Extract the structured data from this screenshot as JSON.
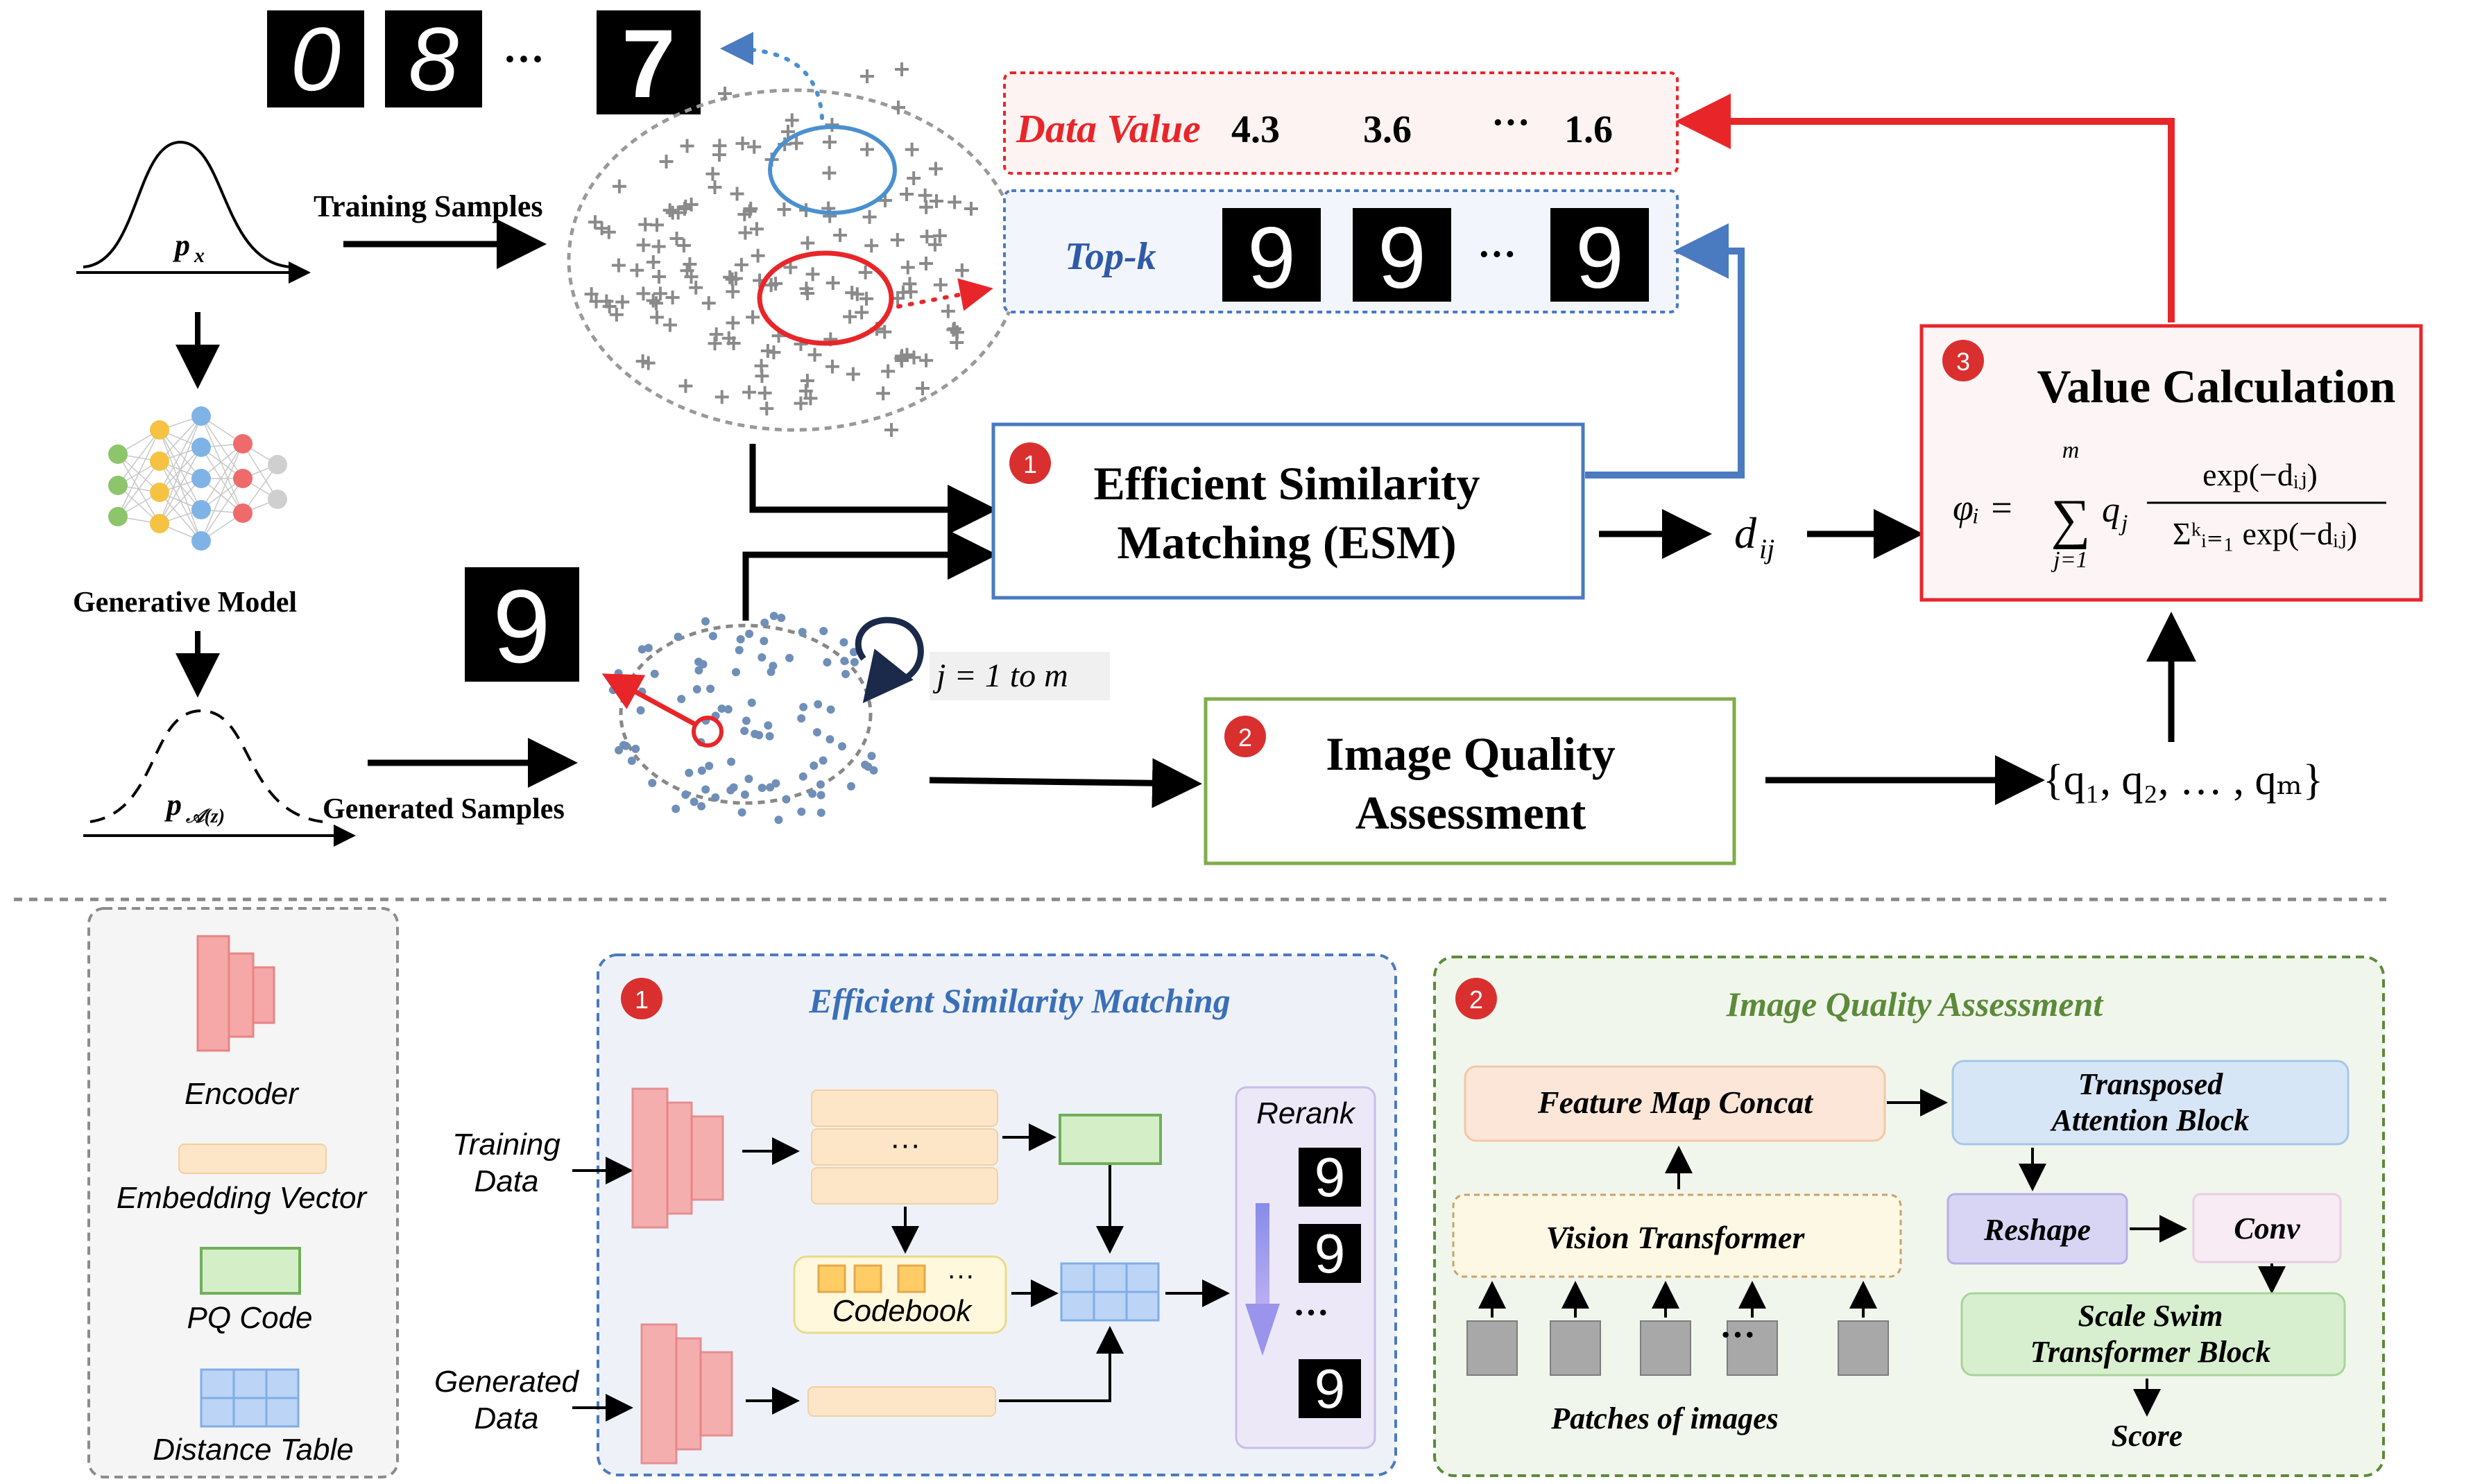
{
  "top": {
    "training_samples": "Training Samples",
    "generative_model": "Generative Model",
    "generated_samples": "Generated Samples",
    "px_label": "p",
    "px_sub": "x",
    "pa_label": "p",
    "pa_sub": "𝒜(z)",
    "data_value_label": "Data Value",
    "data_values": [
      "4.3",
      "3.6",
      "···",
      "1.6"
    ],
    "topk_label": "Top-k",
    "esm_number": "1",
    "esm_line1": "Efficient Similarity",
    "esm_line2": "Matching (ESM)",
    "iqa_number": "2",
    "iqa_line1": "Image Quality",
    "iqa_line2": "Assessment",
    "vc_number": "3",
    "vc_title": "Value Calculation",
    "dij": "d",
    "dij_sub": "ij",
    "j_loop": "j = 1 to m",
    "q_set": "{q₁, q₂, … , qₘ}",
    "formula": {
      "lhs": "φᵢ =",
      "sum_top": "m",
      "sum_bottom": "j=1",
      "qj": "q",
      "qj_sub": "j",
      "numerator": "exp(−dᵢⱼ)",
      "denominator": "Σᵏᵢ₌₁ exp(−dᵢⱼ)"
    },
    "ellipsis": "···",
    "digits_top": [
      "0",
      "8",
      "7"
    ],
    "digits_topk": [
      "9",
      "9",
      "9"
    ],
    "digit_generated": "9"
  },
  "legend": {
    "encoder": "Encoder",
    "embedding_vector": "Embedding Vector",
    "pq_code": "PQ Code",
    "distance_table": "Distance Table"
  },
  "esm_panel": {
    "number": "1",
    "title": "Efficient Similarity Matching",
    "training_data_1": "Training",
    "training_data_2": "Data",
    "generated_data_1": "Generated",
    "generated_data_2": "Data",
    "codebook": "Codebook",
    "rerank": "Rerank",
    "dots": "···",
    "digits": [
      "9",
      "9",
      "9"
    ]
  },
  "iqa_panel": {
    "number": "2",
    "title": "Image Quality Assessment",
    "feature_map_concat": "Feature Map Concat",
    "transposed_1": "Transposed",
    "transposed_2": "Attention Block",
    "vision_transformer": "Vision Transformer",
    "reshape": "Reshape",
    "conv": "Conv",
    "scale_1": "Scale Swim",
    "scale_2": "Transformer Block",
    "patches": "Patches of images",
    "score": "Score",
    "dots": "···"
  },
  "colors": {
    "red": "#e8262a",
    "blue": "#4a7ac0",
    "green": "#7fad4a",
    "dark_green": "#5b8a3a",
    "gray_dash": "#8c8c8c",
    "legend_bg": "#f5f5f5",
    "esm_bg": "#eef2f8",
    "iqa_bg": "#f1f6ec",
    "embed": "#fde5c8",
    "pq": "#d4efc8",
    "table": "#bcd4f5",
    "encoder": "#f6a7a7"
  }
}
